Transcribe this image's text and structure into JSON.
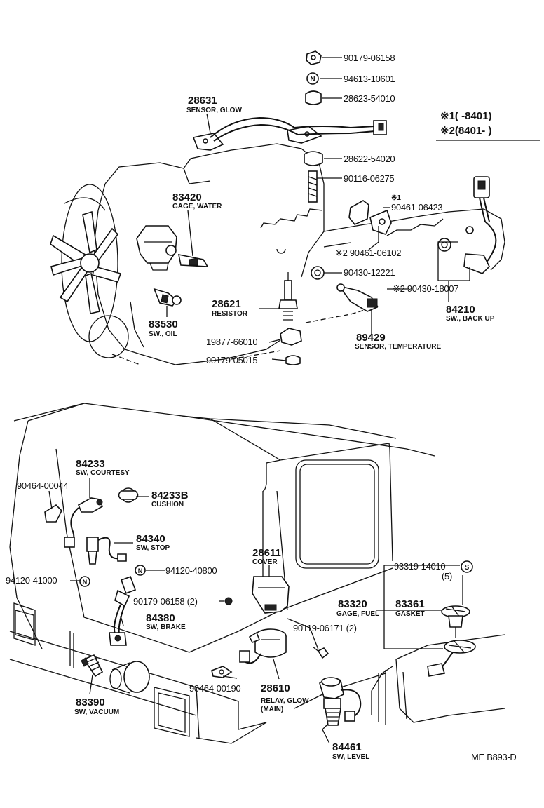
{
  "labels": {
    "p90179_06158_top": "90179-06158",
    "p94613_10601": "94613-10601",
    "p28623_54010": "28623-54010",
    "p28631": "28631",
    "p28631_name": "SENSOR, GLOW",
    "legend1": "※1(      -8401)",
    "legend2": "※2(8401-      )",
    "p28622_54020": "28622-54020",
    "p90116_06275": "90116-06275",
    "p83420": "83420",
    "p83420_name": "GAGE, WATER",
    "mark1": "※1",
    "p90461_06423": "90461-06423",
    "p90461_06102": "※2 90461-06102",
    "p90430_12221": "90430-12221",
    "p90430_18007": "※2 90430-18007",
    "p28621": "28621",
    "p28621_name": "RESISTOR",
    "p84210": "84210",
    "p84210_name": "SW., BACK UP",
    "p83530": "83530",
    "p83530_name": "SW., OIL",
    "p19877_66010": "19877-66010",
    "p89429": "89429",
    "p89429_name": "SENSOR, TEMPERATURE",
    "p90179_05015": "90179-05015",
    "p84233": "84233",
    "p84233_name": "SW, COURTESY",
    "p90464_00044": "90464-00044",
    "p84233B": "84233B",
    "p84233B_name": "CUSHION",
    "p84340": "84340",
    "p84340_name": "SW, STOP",
    "p28611": "28611",
    "p28611_name": "COVER",
    "p94120_41000": "94120-41000",
    "p94120_40800": "94120-40800",
    "p93319_14010": "93319-14010",
    "p93319_qty": "(5)",
    "p90179_06158_2": "90179-06158 (2)",
    "p83320": "83320",
    "p83320_name": "GAGE, FUEL",
    "p83361": "83361",
    "p83361_name": "GASKET",
    "p84380": "84380",
    "p84380_name": "SW, BRAKE",
    "p90119_06171": "90119-06171 (2)",
    "p90464_00190": "90464-00190",
    "p28610": "28610",
    "p28610_name1": "RELAY, GLOW",
    "p28610_name2": "(MAIN)",
    "p83390": "83390",
    "p83390_name": "SW, VACUUM",
    "p84461": "84461",
    "p84461_name": "SW, LEVEL",
    "ref": "ME  B893-D"
  },
  "symbols": {
    "nut": "N",
    "screw": "S"
  }
}
